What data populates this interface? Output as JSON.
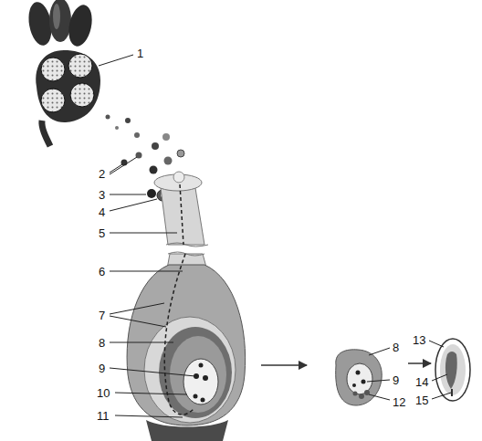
{
  "diagram": {
    "labels": [
      "1",
      "2",
      "3",
      "4",
      "5",
      "6",
      "7",
      "8",
      "9",
      "10",
      "11",
      "8",
      "9",
      "12",
      "13",
      "14",
      "15"
    ]
  }
}
